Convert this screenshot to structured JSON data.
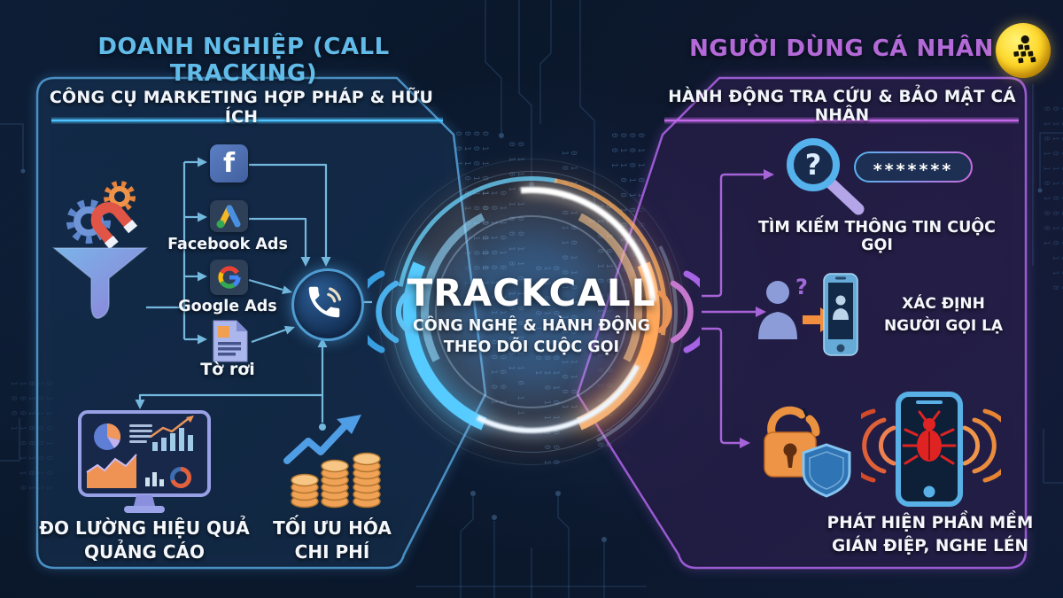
{
  "titles": {
    "left": "DOANH NGHIỆP (CALL TRACKING)",
    "right": "NGƯỜI DÙNG CÁ NHÂN"
  },
  "center": {
    "title": "TRACKCALL",
    "subtitle": "CÔNG NGHỆ & HÀNH ĐỘNG\nTHEO DÕI CUỘC GỌI"
  },
  "left_panel": {
    "header": "CÔNG CỤ MARKETING HỢP PHÁP & HỮU ÍCH",
    "channels": [
      {
        "id": "facebook",
        "label": ""
      },
      {
        "id": "google-ads",
        "label": "Facebook Ads"
      },
      {
        "id": "google",
        "label": "Google Ads"
      },
      {
        "id": "flyer",
        "label": "Tờ rơi"
      }
    ],
    "outcomes": [
      {
        "id": "ad-dashboard",
        "label": "ĐO LƯỜNG HIỆU QUẢ\nQUẢNG CÁO"
      },
      {
        "id": "cost-optimize",
        "label": "TỐI ƯU HÓA\nCHI PHÍ"
      }
    ]
  },
  "right_panel": {
    "header": "HÀNH ĐỘNG TRA CỨU & BẢO MẬT CÁ NHÂN",
    "features": [
      {
        "id": "call-lookup",
        "mask": "*******",
        "label": "TÌM KIẾM THÔNG TIN CUỘC GỌI"
      },
      {
        "id": "caller-identify",
        "label": "XÁC ĐỊNH\nNGƯỜI GỌI LẠ"
      },
      {
        "id": "spyware-detect",
        "label": "PHÁT HIỆN PHẦN MỀM\nGIÁN ĐIỆP, NGHE LÉN"
      }
    ]
  },
  "icons": {
    "facebook_letter": "f",
    "magnifier_question": "?",
    "caller_question": "?"
  },
  "background": {
    "binary": "0 1 1 0 1 0 0 1 1 0 1 0 0 0 1 1 0 1 1 0 0 1 0 1 1 0 0 1 0 1 1 0 1 0 0 1"
  },
  "colors": {
    "left_accent": "#62bce9",
    "right_accent": "#b36ad8",
    "left_panel_stroke": "#4a8fc2",
    "right_panel_stroke": "#9a5ad2",
    "ring_blue": "#56cbff",
    "ring_orange": "#ffa85c",
    "arrow_blue": "#74b9dd",
    "arrow_purple": "#a763d8",
    "coin_orange": "#f0a256",
    "bug_red": "#df2323",
    "logo_yellow": "#ffd829"
  }
}
